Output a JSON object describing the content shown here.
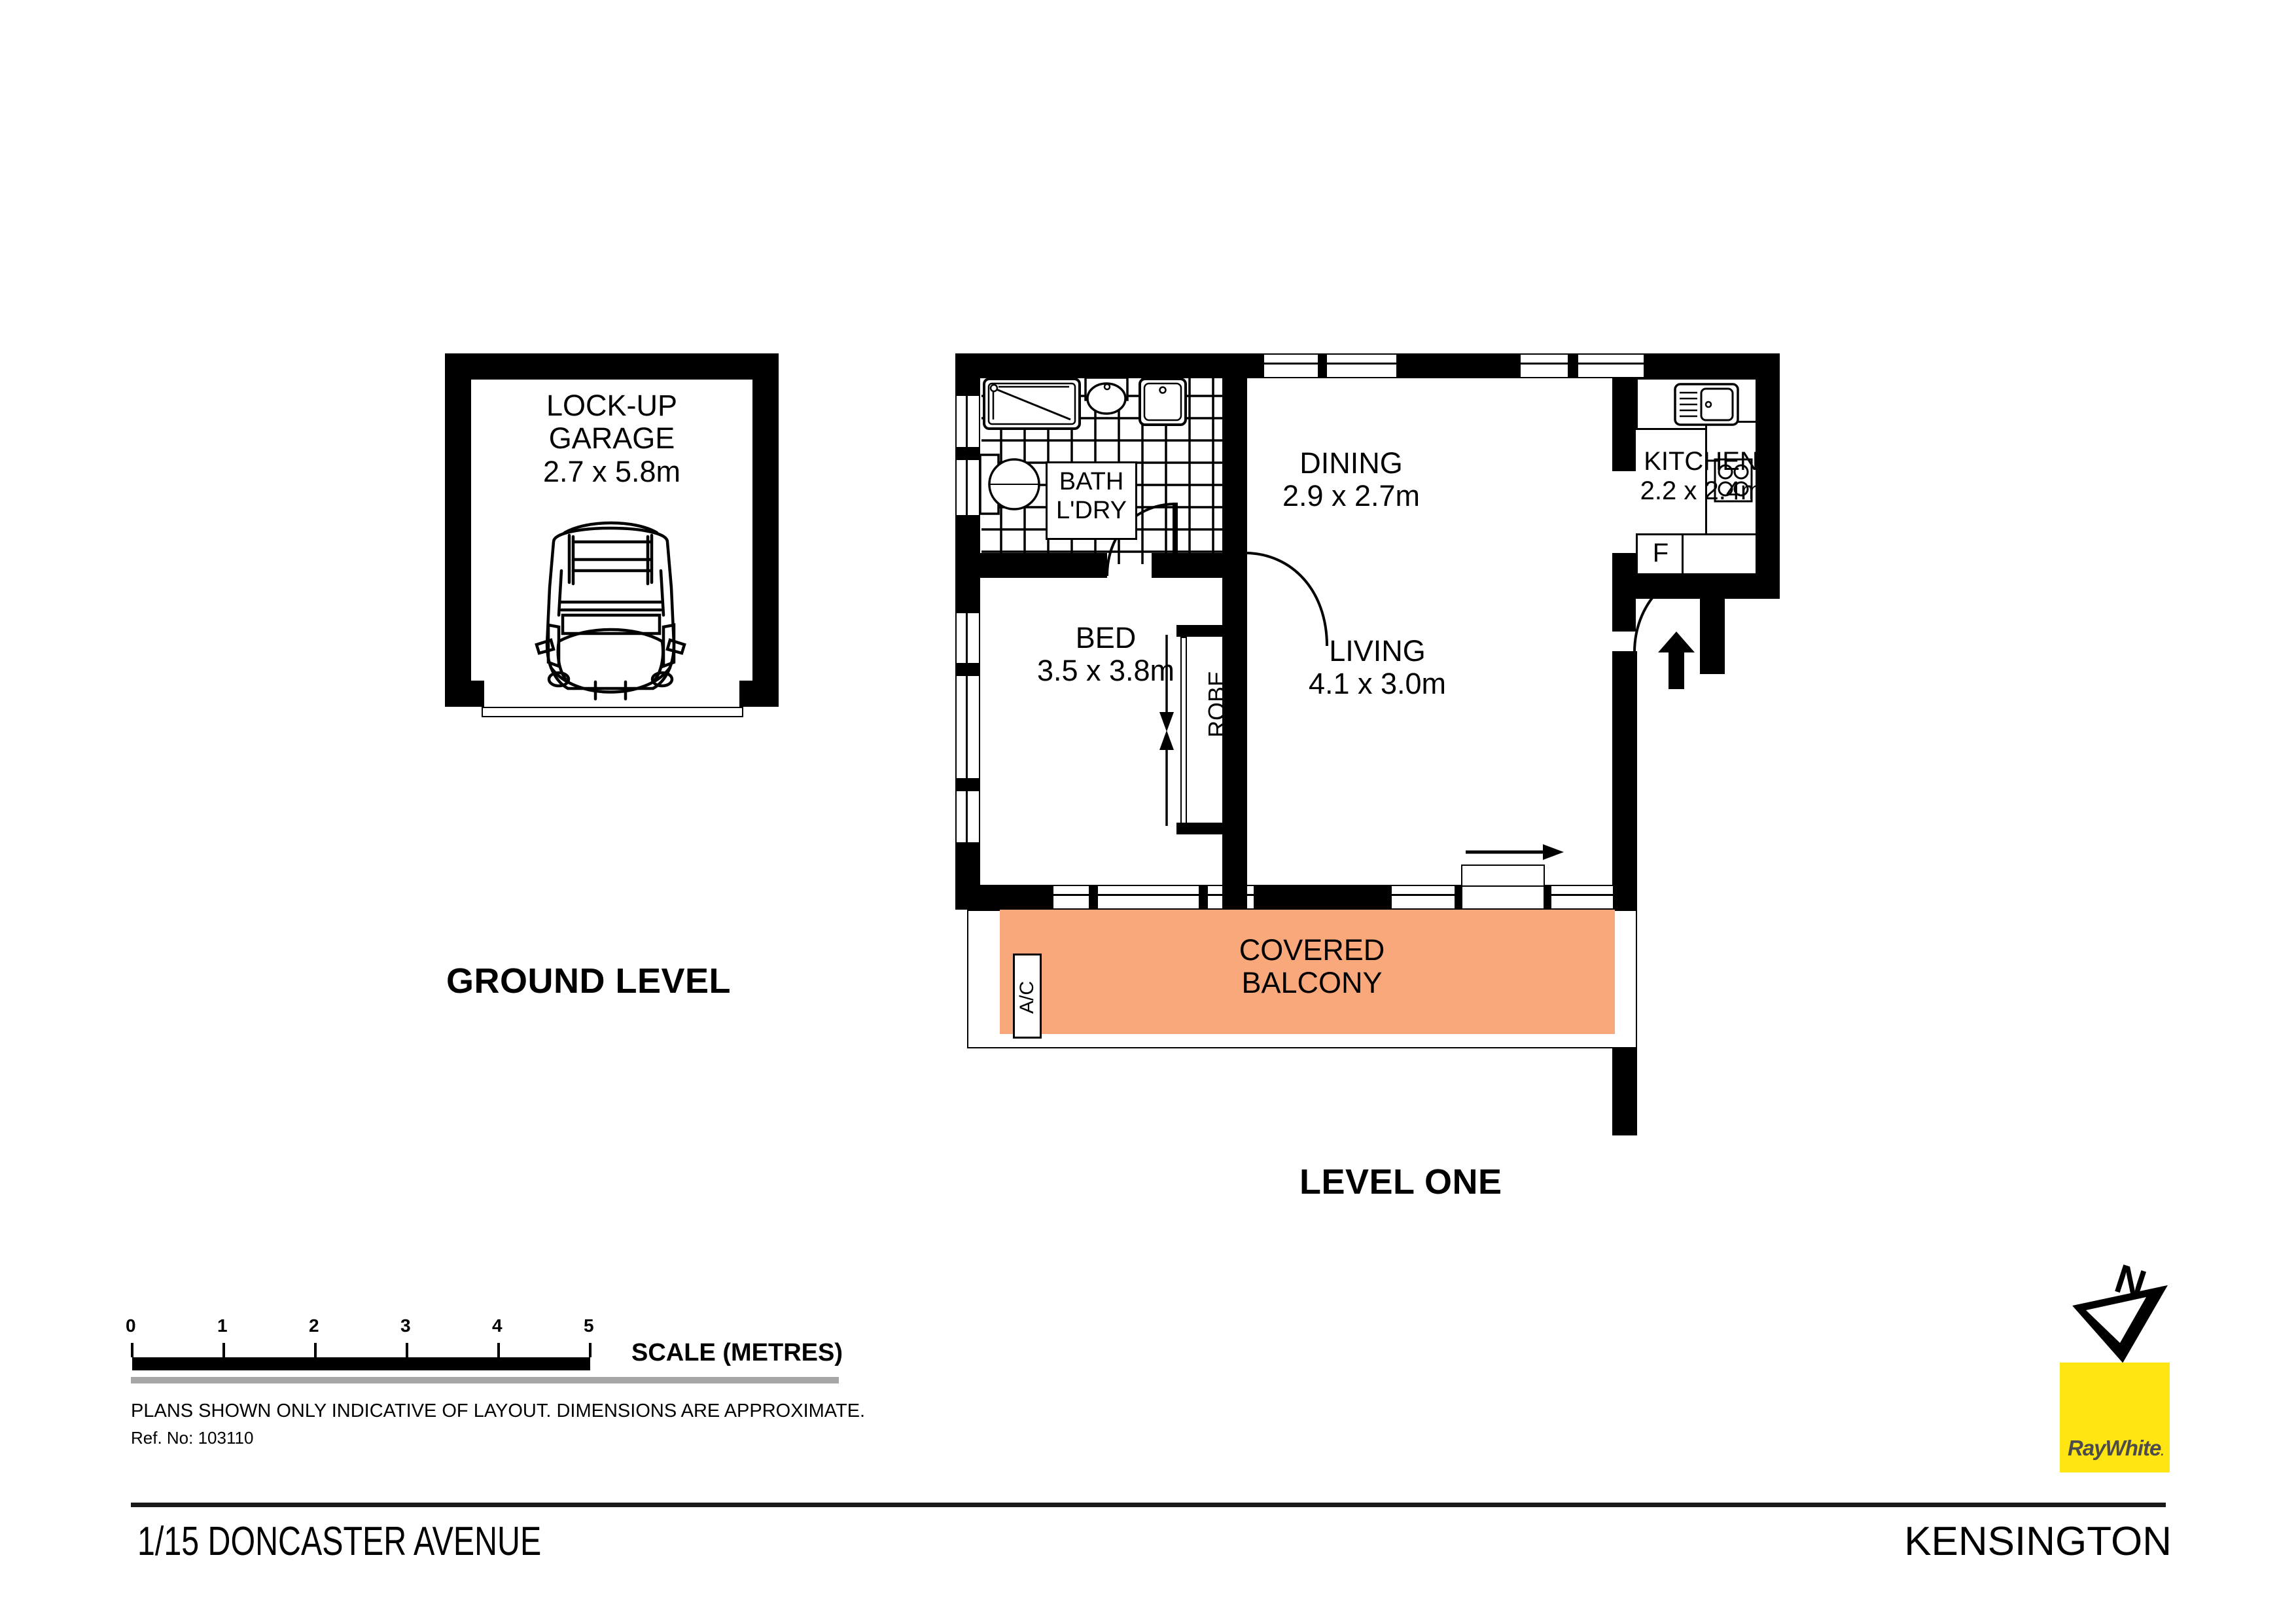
{
  "document": {
    "type": "real-estate-floor-plan",
    "address_line": "1/15 DONCASTER AVENUE",
    "suburb": "KENSINGTON"
  },
  "levels": [
    {
      "id": "ground",
      "title": "GROUND LEVEL",
      "rooms": [
        {
          "name": "LOCK-UP",
          "name2": "GARAGE",
          "dimensions": "2.7 x 5.8m"
        }
      ],
      "icons": [
        "car-icon",
        "garage-door-icon"
      ]
    },
    {
      "id": "level-one",
      "title": "LEVEL ONE",
      "rooms": [
        {
          "name": "BATH",
          "name2": "L'DRY",
          "dimensions": ""
        },
        {
          "name": "DINING",
          "dimensions": "2.9 x 2.7m"
        },
        {
          "name": "KITCHEN",
          "dimensions": "2.2 x 2.4m"
        },
        {
          "name": "BED",
          "dimensions": "3.5 x 3.8m"
        },
        {
          "name": "LIVING",
          "dimensions": "4.1 x 3.0m"
        },
        {
          "name": "COVERED",
          "name2": "BALCONY",
          "dimensions": ""
        }
      ],
      "fixtures": [
        {
          "label": "F",
          "name": "fridge-marker"
        },
        {
          "label": "ROBE",
          "name": "robe-label"
        },
        {
          "label": "A/C",
          "name": "air-conditioner-label"
        }
      ],
      "icons": [
        "shower-icon",
        "toilet-icon",
        "basin-icon",
        "washing-machine-icon",
        "bath-icon",
        "kitchen-sink-icon",
        "cooktop-icon",
        "entry-door-icon",
        "entry-arrow-icon",
        "sliding-door-arrow-icon"
      ]
    }
  ],
  "scale": {
    "caption": "SCALE (METRES)",
    "ticks": [
      "0",
      "1",
      "2",
      "3",
      "4",
      "5"
    ],
    "unit": "metres",
    "max": 5
  },
  "disclaimer": {
    "line1": "PLANS SHOWN ONLY INDICATIVE OF LAYOUT.  DIMENSIONS ARE APPROXIMATE.",
    "line2": "Ref. No: 103110"
  },
  "compass": {
    "label": "N",
    "name": "north-arrow"
  },
  "brand": {
    "name": "RayWhite",
    "part1": "Ray",
    "part2": "White",
    "registered": ".",
    "background": "#FFE512",
    "text_color": "#4C4C4C"
  },
  "colors": {
    "balcony_fill": "#F9A87C",
    "wall": "#000000",
    "paper": "#FFFFFF",
    "rule": "#1A1A1A",
    "scale_bar": "#000000",
    "scale_underline": "#A6A6A6"
  }
}
